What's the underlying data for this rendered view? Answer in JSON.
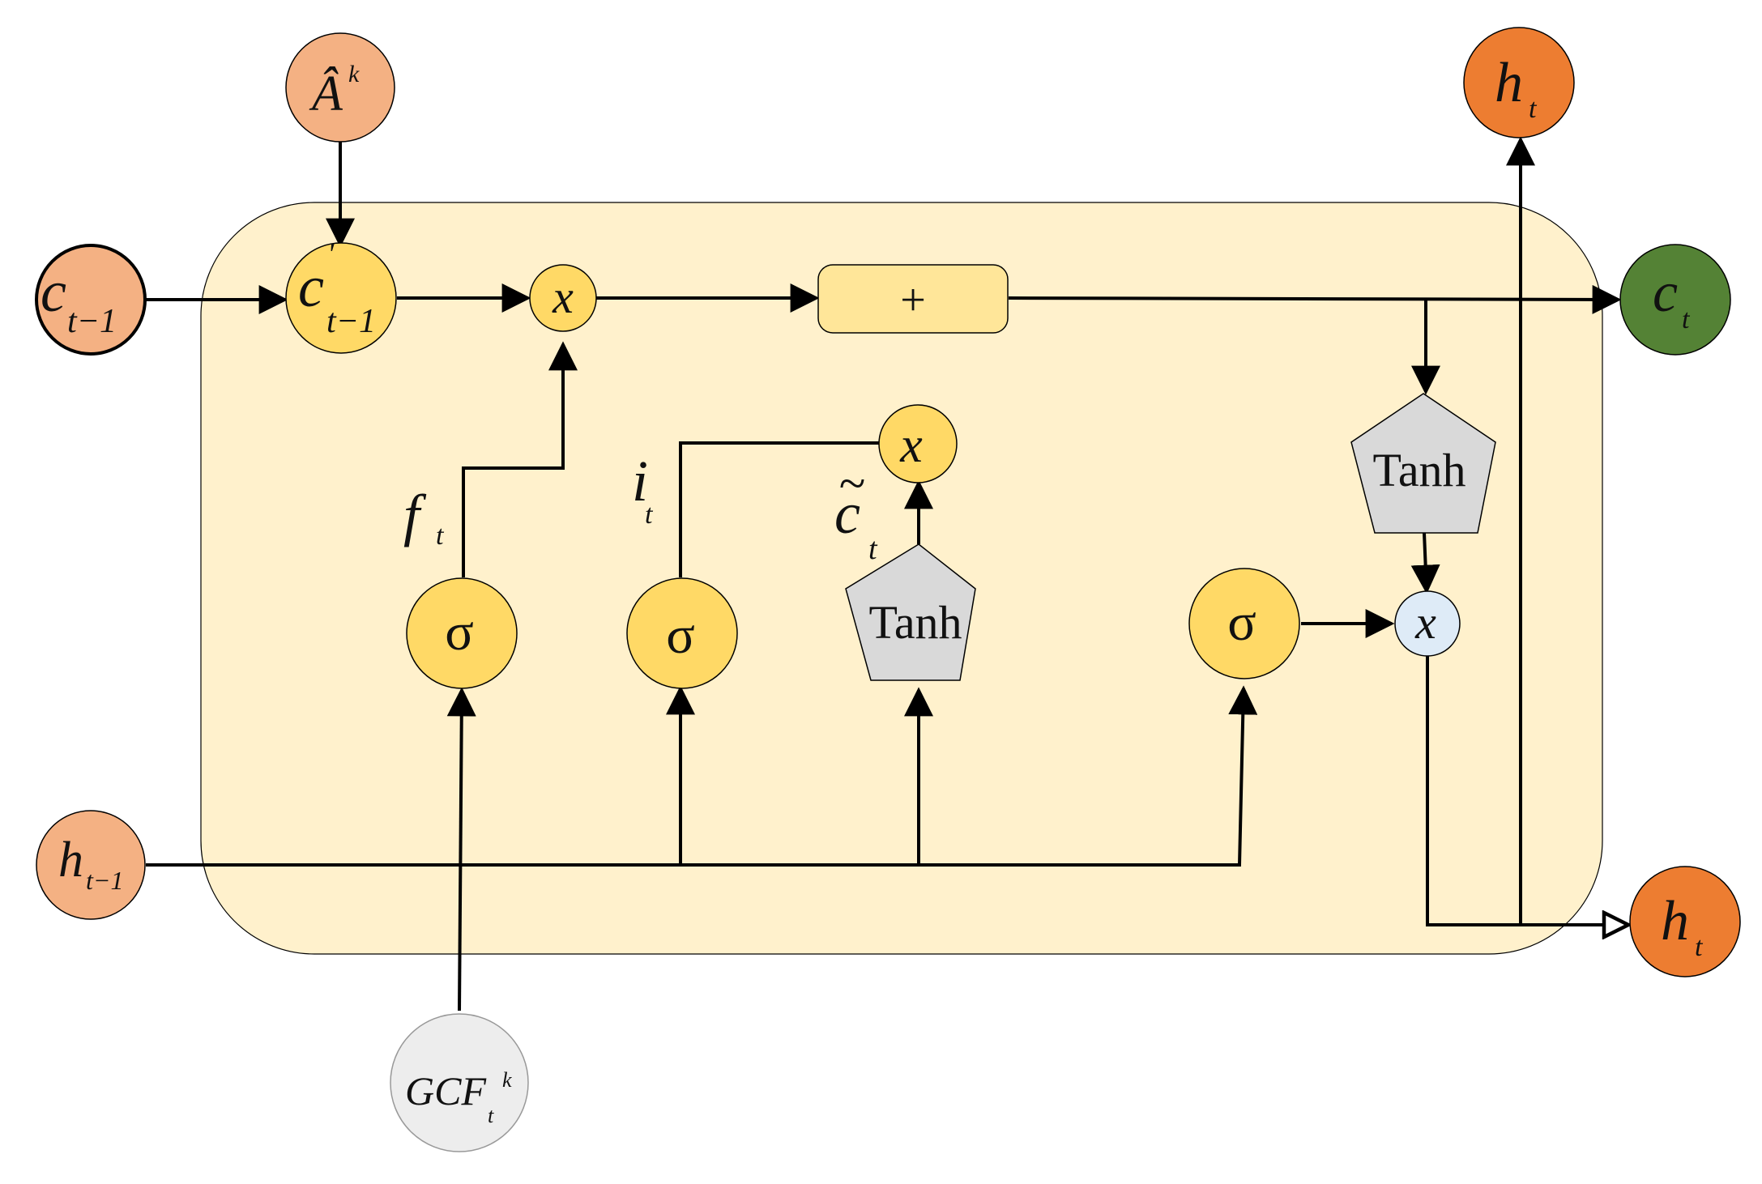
{
  "colors": {
    "cell_bg": "#FFF1CC",
    "gate_yellow": "#FFD966",
    "input_orange": "#F4B183",
    "output_orange": "#ED7D31",
    "cell_state_green": "#548235",
    "tanh_gray": "#D9D9D9",
    "product_blue": "#DEEBF7",
    "gcf_gray": "#EDEDED"
  },
  "inputs": {
    "c_prev": {
      "base": "c",
      "sub": "t−1"
    },
    "h_prev": {
      "base": "h",
      "sub": "t−1"
    },
    "a_hat": {
      "base": "Â",
      "sup": "k"
    },
    "gcf": {
      "base": "GCF",
      "sub": "t",
      "sup": "k"
    }
  },
  "cell": {
    "c_prime": {
      "base": "c",
      "prime": "'",
      "sub": "t−1"
    },
    "mult_forget": "x",
    "add": "+",
    "mult_input": "x",
    "mult_output": "x",
    "sigma_forget": "σ",
    "sigma_input": "σ",
    "sigma_output": "σ",
    "tanh_candidate": "Tanh",
    "tanh_output": "Tanh"
  },
  "labels": {
    "f": {
      "base": "f",
      "sub": "t"
    },
    "i": {
      "base": "i",
      "sub": "t"
    },
    "c_tilde": {
      "base": "c",
      "tilde": "~",
      "sub": "t"
    }
  },
  "outputs": {
    "h_top": {
      "base": "h",
      "sub": "t"
    },
    "c_out": {
      "base": "c",
      "sub": "t"
    },
    "h_right": {
      "base": "h",
      "sub": "t"
    }
  }
}
